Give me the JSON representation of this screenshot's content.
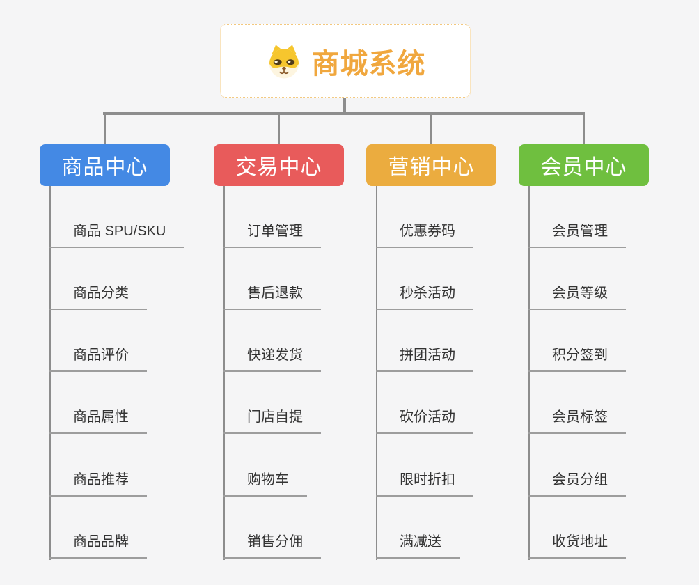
{
  "canvas": {
    "background": "#f5f5f6"
  },
  "root": {
    "title": "商城系统",
    "icon": "shiba-dog-icon",
    "text_color": "#f0a73e",
    "border_color": "#f3c87e"
  },
  "connector_color": "#8d8d8d",
  "underline_color": "#9d9d9d",
  "branches": [
    {
      "label": "商品中心",
      "color": "#4489e4",
      "children": [
        "商品 SPU/SKU",
        "商品分类",
        "商品评价",
        "商品属性",
        "商品推荐",
        "商品品牌"
      ]
    },
    {
      "label": "交易中心",
      "color": "#e85b5b",
      "children": [
        "订单管理",
        "售后退款",
        "快递发货",
        "门店自提",
        "购物车",
        "销售分佣"
      ]
    },
    {
      "label": "营销中心",
      "color": "#ebac3f",
      "children": [
        "优惠券码",
        "秒杀活动",
        "拼团活动",
        "砍价活动",
        "限时折扣",
        "满减送"
      ]
    },
    {
      "label": "会员中心",
      "color": "#6fbf3f",
      "children": [
        "会员管理",
        "会员等级",
        "积分签到",
        "会员标签",
        "会员分组",
        "收货地址"
      ]
    }
  ]
}
